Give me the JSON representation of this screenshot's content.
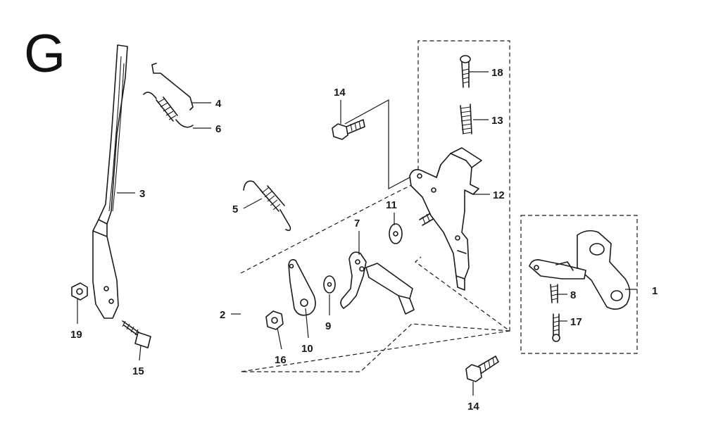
{
  "section_letter": "G",
  "callouts": {
    "c1": "1",
    "c2": "2",
    "c3": "3",
    "c4": "4",
    "c5": "5",
    "c6": "6",
    "c7": "7",
    "c8": "8",
    "c9": "9",
    "c10": "10",
    "c11": "11",
    "c12": "12",
    "c13": "13",
    "c14a": "14",
    "c14b": "14",
    "c15": "15",
    "c16": "16",
    "c17": "17",
    "c18": "18",
    "c19": "19"
  }
}
